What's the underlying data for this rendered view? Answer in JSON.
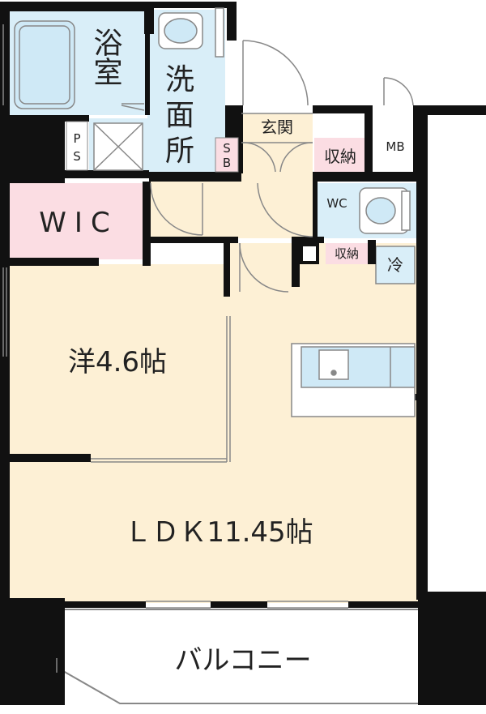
{
  "floor_plan": {
    "rooms": {
      "bath": "浴室",
      "washroom_line1": "洗",
      "washroom_line2": "面",
      "washroom_line3": "所",
      "entrance": "玄関",
      "storage_entrance": "収納",
      "storage_toilet": "収納",
      "mb": "MB",
      "ps_line1": "P",
      "ps_line2": "S",
      "sb_line1": "S",
      "sb_line2": "B",
      "wc": "WC",
      "wic": "WIC",
      "fridge": "冷",
      "western_room": "洋4.6帖",
      "ldk": "ＬＤＫ11.45帖",
      "balcony": "バルコニー"
    },
    "colors": {
      "wall": "#111111",
      "floor_wood": "#fdf0d5",
      "wet_area": "#d9eef8",
      "closet": "#fbdde3",
      "fixture_blue": "#cfe9f6",
      "outline": "#888888"
    }
  }
}
